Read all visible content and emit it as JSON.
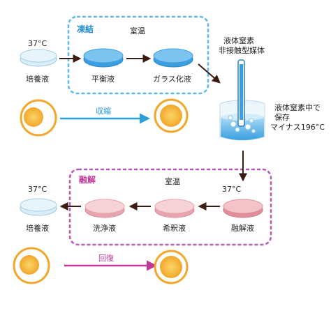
{
  "freeze": {
    "title": "凍結",
    "room_temp": "室温",
    "start_temp": "37°C",
    "start_label": "培養液",
    "step1_label": "平衡液",
    "step2_label": "ガラス化液",
    "color": "#5fb8e8",
    "title_color": "#1e8fd6"
  },
  "shrink": {
    "label": "収縮",
    "arrow_color": "#2a9fd8"
  },
  "storage": {
    "container_label_line1": "液体窒素",
    "container_label_line2": "非接触型媒体",
    "desc_line1": "液体窒素中で",
    "desc_line2": "保存",
    "desc_line3": "マイナス196°C"
  },
  "thaw": {
    "title": "融解",
    "room_temp": "室温",
    "temp": "37°C",
    "step1_label": "融解液",
    "step2_label": "希釈液",
    "step3_label": "洗浄液",
    "end_temp": "37°C",
    "end_label": "培養液",
    "color": "#b05bb5",
    "title_color": "#c23b9c"
  },
  "recover": {
    "label": "回復",
    "arrow_color": "#c2389a"
  },
  "colors": {
    "blue_dish": "#4aa8e2",
    "light_blue_dish": "#bfe2f5",
    "pink_dish": "#e8a4ad",
    "arrow_dark": "#3b1b12",
    "cell_yellow": "#f5b73a"
  }
}
